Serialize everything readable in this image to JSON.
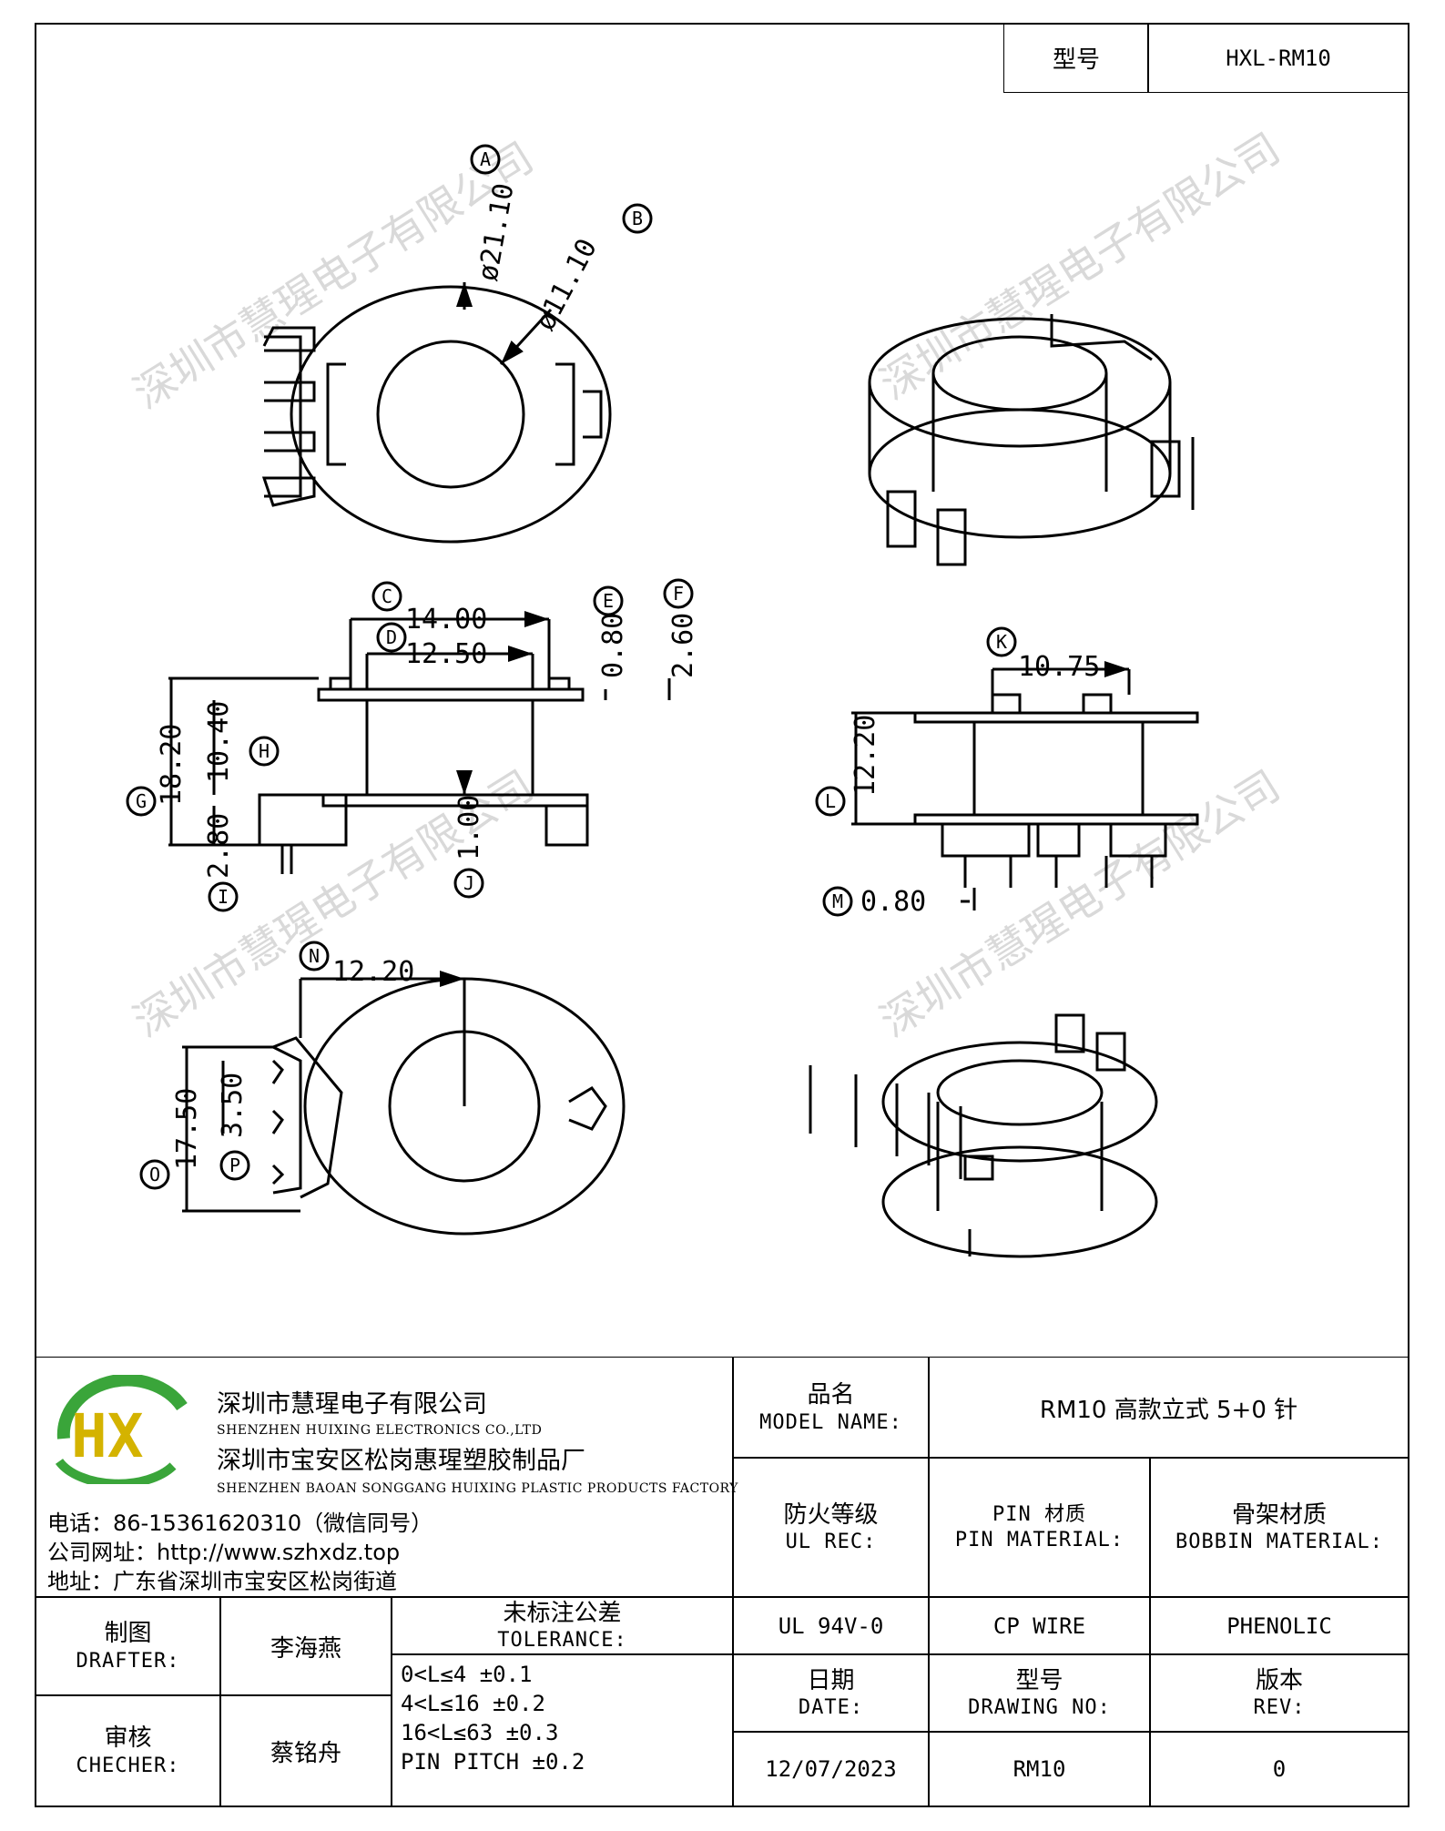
{
  "header": {
    "model_label": "型号",
    "model_value": "HXL-RM10"
  },
  "drawing": {
    "views": [
      "top-view",
      "isometric-top",
      "front-view",
      "side-view",
      "bottom-view",
      "isometric-bottom"
    ],
    "dimensions": [
      {
        "id": "A",
        "value": "ø21.10"
      },
      {
        "id": "B",
        "value": "ø11.10"
      },
      {
        "id": "C",
        "value": "14.00"
      },
      {
        "id": "D",
        "value": "12.50"
      },
      {
        "id": "E",
        "value": "0.80"
      },
      {
        "id": "F",
        "value": "2.60"
      },
      {
        "id": "G",
        "value": "18.20"
      },
      {
        "id": "H",
        "value": "10.40"
      },
      {
        "id": "I",
        "value": "2.80"
      },
      {
        "id": "J",
        "value": "1.00"
      },
      {
        "id": "K",
        "value": "10.75"
      },
      {
        "id": "L",
        "value": "12.20"
      },
      {
        "id": "M",
        "value": "0.80"
      },
      {
        "id": "N",
        "value": "12.20"
      },
      {
        "id": "O",
        "value": "17.50"
      },
      {
        "id": "P",
        "value": "3.50"
      }
    ],
    "watermark": "深圳市慧瑆电子有限公司"
  },
  "company": {
    "logo_text": "HX",
    "name_cn": "深圳市慧瑆电子有限公司",
    "name_en": "SHENZHEN HUIXING ELECTRONICS CO.,LTD",
    "factory_cn": "深圳市宝安区松岗惠瑆塑胶制品厂",
    "factory_en": "SHENZHEN BAOAN SONGGANG HUIXING PLASTIC PRODUCTS FACTORY",
    "phone": "电话：86-15361620310（微信同号）",
    "website": "公司网址：http://www.szhxdz.top",
    "address": "地址：广东省深圳市宝安区松岗街道"
  },
  "titleblock": {
    "model_name_cn": "品名",
    "model_name_en": "MODEL NAME:",
    "model_name_value": "RM10 高款立式 5+0 针",
    "ul_cn": "防火等级",
    "ul_en": "UL REC:",
    "ul_value": "UL 94V-0",
    "pin_cn": "PIN 材质",
    "pin_en": "PIN MATERIAL:",
    "pin_value": "CP WIRE",
    "bobbin_cn": "骨架材质",
    "bobbin_en": "BOBBIN MATERIAL:",
    "bobbin_value": "PHENOLIC",
    "drafter_cn": "制图",
    "drafter_en": "DRAFTER:",
    "drafter_value": "李海燕",
    "checker_cn": "审核",
    "checker_en": "CHECHER:",
    "checker_value": "蔡铭舟",
    "tolerance_cn": "未标注公差",
    "tolerance_en": "TOLERANCE:",
    "tolerance_lines": [
      "0<L≤4   ±0.1",
      "4<L≤16  ±0.2",
      "16<L≤63 ±0.3",
      "PIN PITCH ±0.2"
    ],
    "date_cn": "日期",
    "date_en": "DATE:",
    "date_value": "12/07/2023",
    "drawing_no_cn": "型号",
    "drawing_no_en": "DRAWING NO:",
    "drawing_no_value": "RM10",
    "rev_cn": "版本",
    "rev_en": "REV:",
    "rev_value": "0"
  }
}
